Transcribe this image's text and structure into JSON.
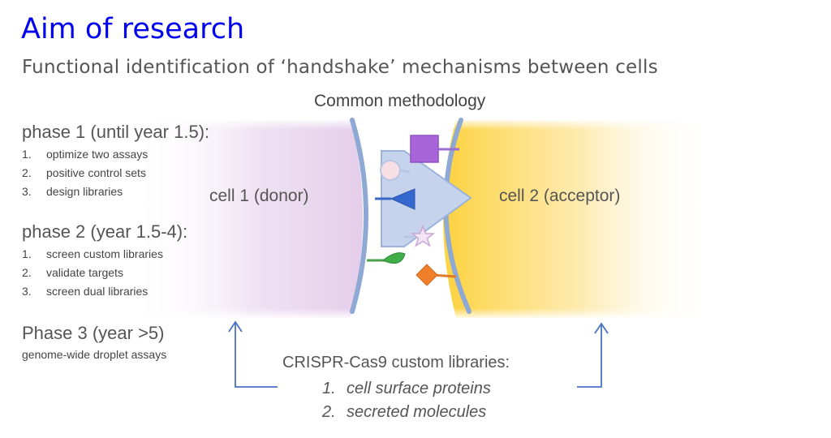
{
  "title": "Aim of research",
  "subtitle": "Functional identification of ‘handshake’ mechanisms between cells",
  "methodology_label": "Common methodology",
  "phases": [
    {
      "heading": "phase 1 (until year 1.5):",
      "items": [
        {
          "num": "1.",
          "text": "optimize two assays"
        },
        {
          "num": "2.",
          "text": "positive control sets"
        },
        {
          "num": "3.",
          "text": "design libraries"
        }
      ]
    },
    {
      "heading": "phase 2 (year 1.5-4):",
      "items": [
        {
          "num": "1.",
          "text": "screen custom libraries"
        },
        {
          "num": "2.",
          "text": "validate targets"
        },
        {
          "num": "3.",
          "text": "screen dual libraries"
        }
      ]
    },
    {
      "heading": "Phase 3 (year >5)",
      "items": [
        {
          "num": "",
          "text": "genome-wide droplet assays"
        }
      ]
    }
  ],
  "cells": {
    "donor_label": "cell 1 (donor)",
    "acceptor_label": "cell 2 (acceptor)"
  },
  "libraries": {
    "heading": "CRISPR-Cas9 custom libraries:",
    "items": [
      {
        "num": "1.",
        "text": "cell surface proteins"
      },
      {
        "num": "2.",
        "text": "secreted molecules"
      }
    ]
  },
  "colors": {
    "title": "#0000ee",
    "donor_tint": "#e9d6ee",
    "acceptor_tint": "#fdd24a",
    "membrane": "#8ea9d4",
    "arrow": "#4a72c4"
  }
}
